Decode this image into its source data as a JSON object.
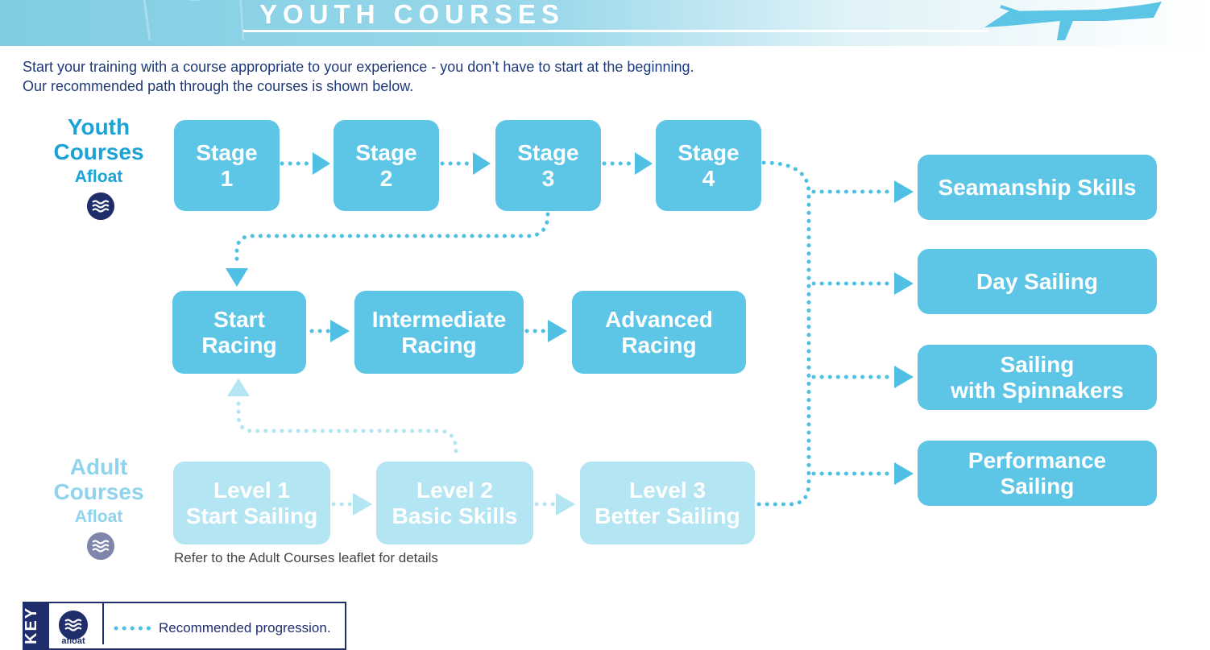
{
  "header": {
    "title": "YOUTH COURSES"
  },
  "intro": {
    "line1": "Start your training with a course appropriate to your experience - you don’t have to start at the beginning.",
    "line2": "Our recommended path through the courses is shown below."
  },
  "youth_section": {
    "title": "Youth\nCourses",
    "subtitle": "Afloat",
    "badge_icon": "wave-icon"
  },
  "adult_section": {
    "title": "Adult\nCourses",
    "subtitle": "Afloat",
    "badge_icon": "wave-icon"
  },
  "stages": [
    {
      "label": "Stage\n1"
    },
    {
      "label": "Stage\n2"
    },
    {
      "label": "Stage\n3"
    },
    {
      "label": "Stage\n4"
    }
  ],
  "racing": [
    {
      "label": "Start\nRacing"
    },
    {
      "label": "Intermediate\nRacing"
    },
    {
      "label": "Advanced\nRacing"
    }
  ],
  "adult_levels": [
    {
      "label": "Level 1\nStart Sailing"
    },
    {
      "label": "Level 2\nBasic Skills"
    },
    {
      "label": "Level 3\nBetter Sailing"
    }
  ],
  "advanced_courses": [
    {
      "label": "Seamanship Skills"
    },
    {
      "label": "Day Sailing"
    },
    {
      "label": "Sailing\nwith Spinnakers"
    },
    {
      "label": "Performance\nSailing"
    }
  ],
  "adult_note": "Refer to the Adult Courses leaflet for details",
  "key": {
    "tab_label": "KEY",
    "icon_name": "wave-icon",
    "icon_label": "afloat",
    "dots_description": "Recommended progression."
  },
  "colors": {
    "youth_box": "#5dc6e6",
    "adult_box": "#b4e5f3",
    "connector_dark": "#4fc0e3",
    "connector_light": "#b4e5f3",
    "navy": "#1f2e6b",
    "youth_label": "#1ba3d5"
  }
}
